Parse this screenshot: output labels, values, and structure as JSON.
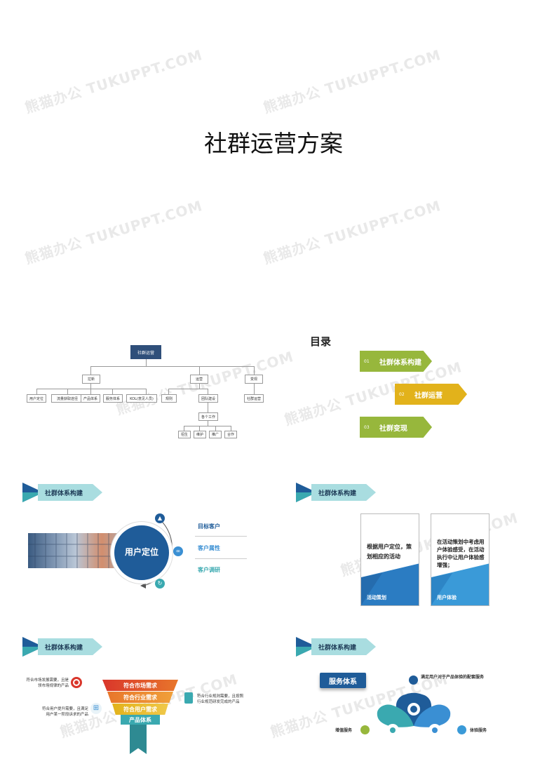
{
  "watermark": "熊猫办公 TUKUPPT.COM",
  "slide1": {
    "title": "社群运营方案"
  },
  "orgchart": {
    "root": "社群运营",
    "branches": [
      "拉新",
      "运营",
      "变现"
    ],
    "branch1_items": [
      "用户定位",
      "流量获取途径",
      "产品体系",
      "服务体系",
      "KOL(意见人员)"
    ],
    "branch2_items": [
      "规则",
      "团队建设"
    ],
    "branch3_items": [
      "社群运营"
    ],
    "sub_title": "各个工作",
    "sub_items": [
      "招生",
      "维护",
      "推广",
      "合作"
    ]
  },
  "toc": {
    "title": "目录",
    "items": [
      {
        "num": "01",
        "label": "社群体系构建"
      },
      {
        "num": "02",
        "label": "社群运营"
      },
      {
        "num": "03",
        "label": "社群变现"
      }
    ]
  },
  "slide3": {
    "header": "社群体系构建",
    "center": "用户定位",
    "items": [
      "目标客户",
      "客户属性",
      "客户调研"
    ]
  },
  "slide4": {
    "header": "社群体系构建",
    "card1_text": "根据用户定位，策划相应的活动",
    "card1_label": "活动策划",
    "card2_text": "在活动策划中考虑用户体验感受，在活动执行中让用户体验感增强；",
    "card2_label": "用户体验"
  },
  "slide5": {
    "header": "社群体系构建",
    "levels": [
      "符合市场需求",
      "符合行业需求",
      "符合用户需求",
      "产品体系"
    ],
    "note_left1": "符合市场发展需要，且是领市场规律的产品",
    "note_left2": "符合用户提升需要，且满足用户某一阶段诉求的产品",
    "note_right": "符合行业规则需要，且按照行业规范研发完成的产品"
  },
  "slide6": {
    "header": "社群体系构建",
    "title": "服务体系",
    "item_top": "满足用户对于产品体验的配套服务",
    "item_right": "体验服务",
    "item_left": "增值服务"
  },
  "colors": {
    "navy": "#1f5c99",
    "teal": "#3aa9b0",
    "green": "#97b73c",
    "yellow": "#e2b21b",
    "orange": "#e8762b",
    "red": "#d9362b"
  }
}
